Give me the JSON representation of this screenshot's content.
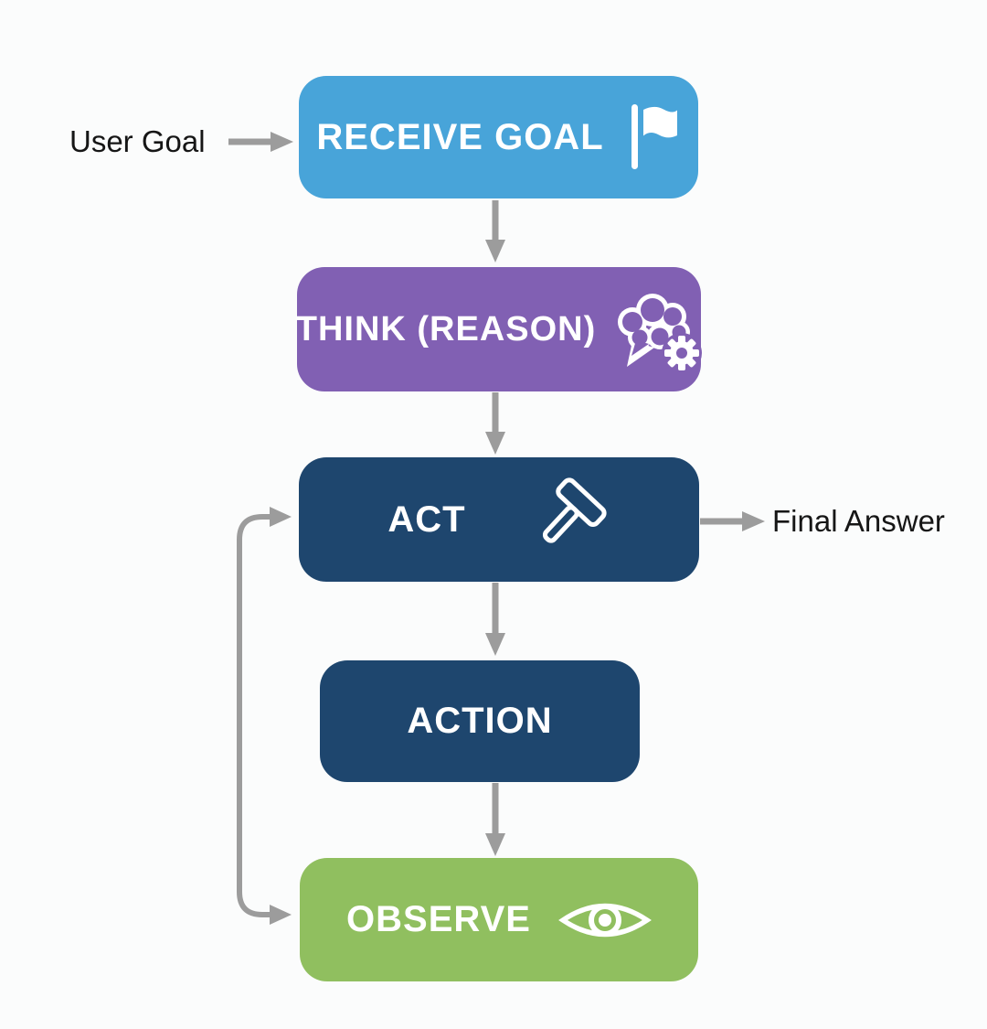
{
  "diagram": {
    "background_color": "#FBFCFC",
    "arrow_color": "#9C9C9C",
    "text_color": "#161616",
    "node_text_color": "#FFFFFF",
    "nodes": [
      {
        "id": "receive-goal",
        "label": "RECEIVE GOAL",
        "color": "#48A4D9",
        "icon": "flag-icon"
      },
      {
        "id": "think-reason",
        "label": "THINK (REASON)",
        "color": "#8160B3",
        "icon": "thought-bubble-gear-icon"
      },
      {
        "id": "act",
        "label": "ACT",
        "color": "#1E466E",
        "icon": "hammer-icon"
      },
      {
        "id": "action",
        "label": "ACTION",
        "color": "#1E466E",
        "icon": ""
      },
      {
        "id": "observe",
        "label": "OBSERVE",
        "color": "#90BF5F",
        "icon": "eye-icon"
      }
    ],
    "labels": {
      "user_goal": "User Goal",
      "final_answer": "Final Answer"
    },
    "edges": [
      {
        "from": "user-goal-label",
        "to": "receive-goal",
        "type": "straight"
      },
      {
        "from": "receive-goal",
        "to": "think-reason",
        "type": "straight"
      },
      {
        "from": "think-reason",
        "to": "act",
        "type": "straight"
      },
      {
        "from": "act",
        "to": "final-answer-label",
        "type": "straight"
      },
      {
        "from": "act",
        "to": "action",
        "type": "straight"
      },
      {
        "from": "action",
        "to": "observe",
        "type": "straight"
      },
      {
        "from": "observe",
        "to": "act",
        "type": "loop-double-arrow"
      }
    ]
  }
}
